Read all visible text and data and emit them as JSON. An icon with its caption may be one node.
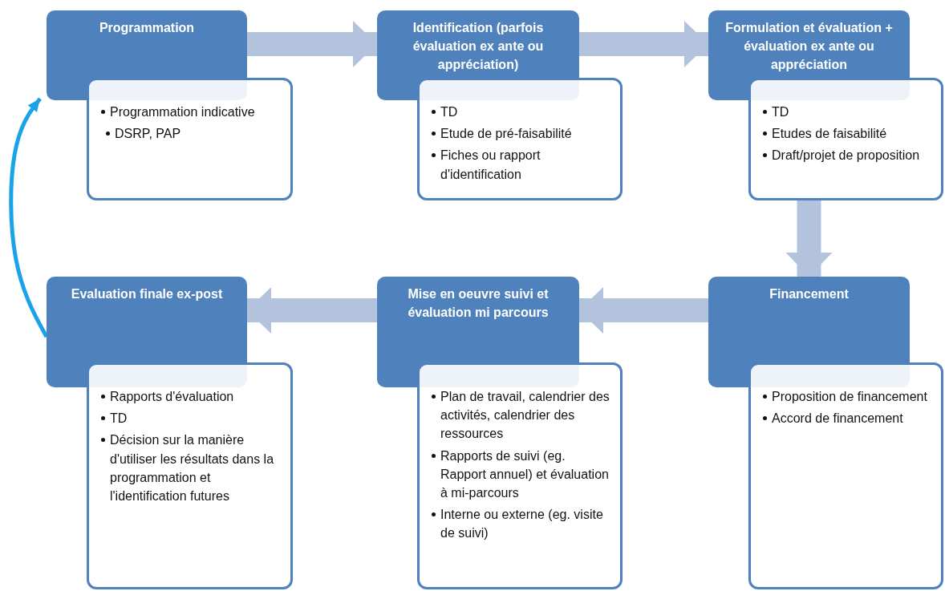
{
  "diagram": {
    "nodes": [
      {
        "text": [
          "Programmation"
        ]
      },
      {
        "text": [
          "Programmation indicative",
          "DSRP, PAP"
        ]
      },
      {
        "text": [
          "Identification (parfois évaluation ex ante ou appréciation)"
        ]
      },
      {
        "text": [
          "TD",
          "Etude de pré-faisabilité",
          "Fiches ou rapport d'identification"
        ]
      },
      {
        "text": [
          "Formulation et évaluation + évaluation ex ante ou appréciation"
        ]
      },
      {
        "text": [
          "TD",
          "Etudes de faisabilité",
          "Draft/projet de proposition"
        ]
      },
      {
        "text": [
          "Evaluation finale ex-post"
        ]
      },
      {
        "text": [
          "Rapports d'évaluation",
          "TD",
          "Décision sur la manière d'utiliser les résultats dans la programmation et l'identification futures"
        ]
      },
      {
        "text": [
          "Mise en oeuvre suivi et évaluation mi parcours"
        ]
      },
      {
        "text": [
          "Plan de travail, calendrier des activités, calendrier des ressources",
          "Rapports de suivi (eg. Rapport annuel) et évaluation à mi-parcours",
          "Interne ou externe (eg. visite de suivi)"
        ]
      },
      {
        "text": [
          "Financement"
        ]
      },
      {
        "text": [
          "Proposition de financement",
          "Accord de financement"
        ]
      }
    ],
    "edges": [
      {
        "from": 0,
        "to": 2,
        "arrow": "to"
      },
      {
        "from": 2,
        "to": 4,
        "arrow": "to"
      },
      {
        "from": 5,
        "to": 10,
        "arrow": "to"
      },
      {
        "from": 10,
        "to": 8,
        "arrow": "to"
      },
      {
        "from": 8,
        "to": 6,
        "arrow": "to"
      },
      {
        "from": 6,
        "to": 0,
        "arrow": "to",
        "color": "#1aa3e8"
      }
    ]
  }
}
